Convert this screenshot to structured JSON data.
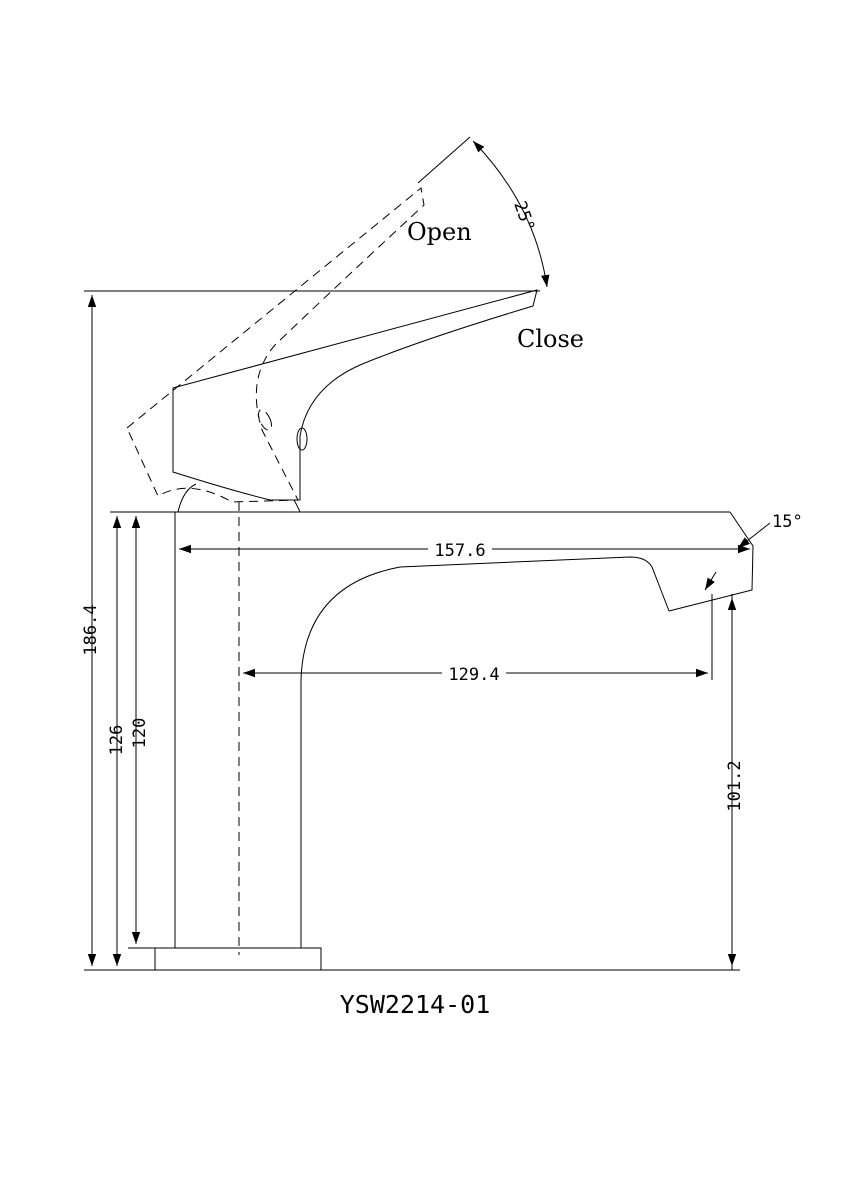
{
  "labels": {
    "open": "Open",
    "close": "Close",
    "model": "YSW2214-01"
  },
  "dimensions": {
    "overall_height": "186.4",
    "body_height_126": "126",
    "body_height_120": "120",
    "spout_reach_157": "157.6",
    "spout_reach_129": "129.4",
    "spout_outlet_height": "101.2",
    "lever_angle": "25°",
    "spout_angle": "15°"
  },
  "colors": {
    "line": "#000000",
    "background": "#ffffff"
  }
}
